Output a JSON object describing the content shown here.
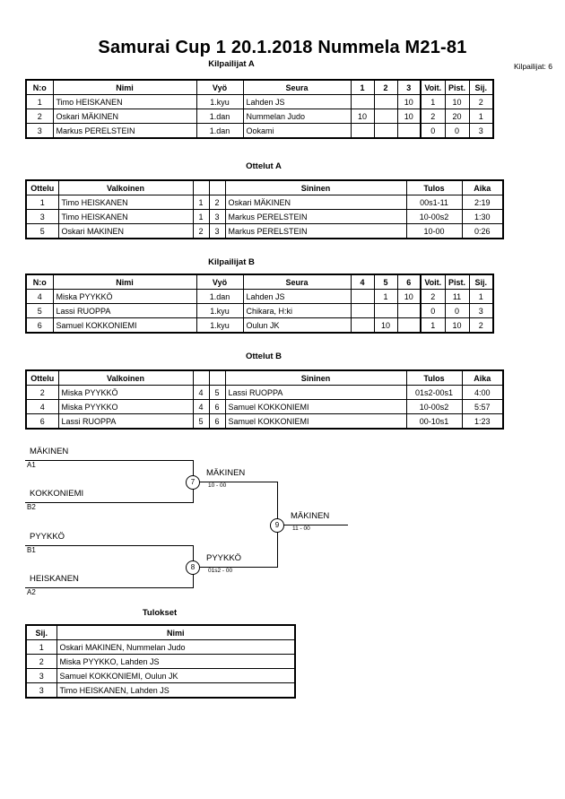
{
  "header": {
    "title": "Samurai Cup 1  20.1.2018  Nummela   M21-81",
    "entrants": "Kilpailijat: 6"
  },
  "pool_a": {
    "caption": "Kilpailijat A",
    "columns": [
      "N:o",
      "Nimi",
      "Vyö",
      "Seura",
      "1",
      "2",
      "3",
      "Voit.",
      "Pist.",
      "Sij."
    ],
    "rows": [
      {
        "no": "1",
        "nimi": "Timo HEISKANEN",
        "vyo": "1.kyu",
        "seura": "Lahden JS",
        "m1": "",
        "m2": "",
        "m3": "10",
        "voit": "1",
        "pist": "10",
        "sij": "2"
      },
      {
        "no": "2",
        "nimi": "Oskari MÄKINEN",
        "vyo": "1.dan",
        "seura": "Nummelan Judo",
        "m1": "10",
        "m2": "",
        "m3": "10",
        "voit": "2",
        "pist": "20",
        "sij": "1"
      },
      {
        "no": "3",
        "nimi": "Markus PERELSTEIN",
        "vyo": "1.dan",
        "seura": "Ookami",
        "m1": "",
        "m2": "",
        "m3": "",
        "voit": "0",
        "pist": "0",
        "sij": "3"
      }
    ]
  },
  "matches_a": {
    "caption": "Ottelut A",
    "columns": [
      "Ottelu",
      "Valkoinen",
      "",
      "",
      "Sininen",
      "Tulos",
      "Aika"
    ],
    "rows": [
      {
        "ottelu": "1",
        "white": "Timo HEISKANEN",
        "wn": "1",
        "bn": "2",
        "blue": "Oskari MÄKINEN",
        "tulos": "00s1-11",
        "aika": "2:19"
      },
      {
        "ottelu": "3",
        "white": "Timo HEISKANEN",
        "wn": "1",
        "bn": "3",
        "blue": "Markus PERELSTEIN",
        "tulos": "10-00s2",
        "aika": "1:30"
      },
      {
        "ottelu": "5",
        "white": "Oskari MAKINEN",
        "wn": "2",
        "bn": "3",
        "blue": "Markus PERELSTEIN",
        "tulos": "10-00",
        "aika": "0:26"
      }
    ]
  },
  "pool_b": {
    "caption": "Kilpailijat B",
    "columns": [
      "N:o",
      "Nimi",
      "Vyö",
      "Seura",
      "4",
      "5",
      "6",
      "Voit.",
      "Pist.",
      "Sij."
    ],
    "rows": [
      {
        "no": "4",
        "nimi": "Miska PYYKKÖ",
        "vyo": "1.dan",
        "seura": "Lahden JS",
        "m1": "",
        "m2": "1",
        "m3": "10",
        "voit": "2",
        "pist": "11",
        "sij": "1"
      },
      {
        "no": "5",
        "nimi": "Lassi RUOPPA",
        "vyo": "1.kyu",
        "seura": "Chikara, H:ki",
        "m1": "",
        "m2": "",
        "m3": "",
        "voit": "0",
        "pist": "0",
        "sij": "3"
      },
      {
        "no": "6",
        "nimi": "Samuel KOKKONIEMI",
        "vyo": "1.kyu",
        "seura": "Oulun JK",
        "m1": "",
        "m2": "10",
        "m3": "",
        "voit": "1",
        "pist": "10",
        "sij": "2"
      }
    ]
  },
  "matches_b": {
    "caption": "Ottelut B",
    "columns": [
      "Ottelu",
      "Valkoinen",
      "",
      "",
      "Sininen",
      "Tulos",
      "Aika"
    ],
    "rows": [
      {
        "ottelu": "2",
        "white": "Miska PYYKKÖ",
        "wn": "4",
        "bn": "5",
        "blue": "Lassi RUOPPA",
        "tulos": "01s2-00s1",
        "aika": "4:00"
      },
      {
        "ottelu": "4",
        "white": "Miska PYYKKO",
        "wn": "4",
        "bn": "6",
        "blue": "Samuel KOKKONIEMI",
        "tulos": "10-00s2",
        "aika": "5:57"
      },
      {
        "ottelu": "6",
        "white": "Lassi RUOPPA",
        "wn": "5",
        "bn": "6",
        "blue": "Samuel KOKKONIEMI",
        "tulos": "00-10s1",
        "aika": "1:23"
      }
    ]
  },
  "bracket": {
    "entries": [
      {
        "name": "MÄKINEN",
        "seed": "A1"
      },
      {
        "name": "KOKKONIEMI",
        "seed": "B2"
      },
      {
        "name": "PYYKKÖ",
        "seed": "B1"
      },
      {
        "name": "HEISKANEN",
        "seed": "A2"
      }
    ],
    "nodes": [
      {
        "number": "7",
        "winner": "MÄKINEN",
        "score": "10 - 00"
      },
      {
        "number": "8",
        "winner": "PYYKKÖ",
        "score": "01s2 - 00"
      },
      {
        "number": "9",
        "winner": "MÄKINEN",
        "score": "11 - 00"
      }
    ]
  },
  "results": {
    "caption": "Tulokset",
    "columns": [
      "Sij.",
      "Nimi"
    ],
    "rows": [
      {
        "sij": "1",
        "nimi": "Oskari MAKINEN, Nummelan Judo"
      },
      {
        "sij": "2",
        "nimi": "Miska PYYKKO, Lahden JS"
      },
      {
        "sij": "3",
        "nimi": "Samuel KOKKONIEMI, Oulun JK"
      },
      {
        "sij": "3",
        "nimi": "Timo HEISKANEN, Lahden JS"
      }
    ]
  }
}
